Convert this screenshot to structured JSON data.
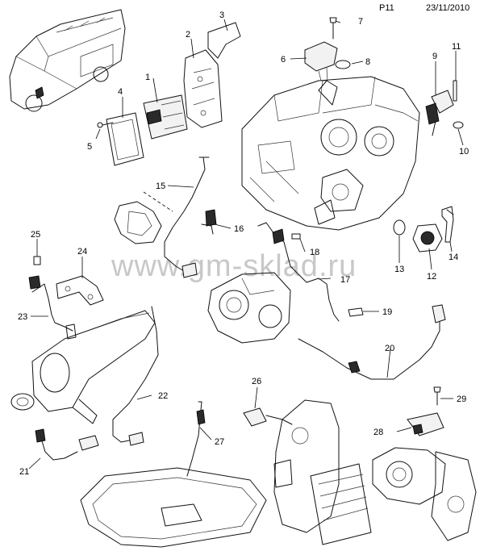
{
  "header": {
    "page_code": "P11",
    "date": "23/11/2010"
  },
  "watermark": "www.gm-sklad.ru",
  "callouts": [
    "1",
    "2",
    "3",
    "4",
    "5",
    "6",
    "7",
    "8",
    "9",
    "10",
    "11",
    "12",
    "13",
    "14",
    "15",
    "16",
    "17",
    "18",
    "19",
    "20",
    "21",
    "22",
    "23",
    "24",
    "25",
    "26",
    "27",
    "28",
    "29"
  ],
  "colors": {
    "line": "#111111",
    "watermark": "#c8c8c8",
    "background": "#ffffff"
  }
}
